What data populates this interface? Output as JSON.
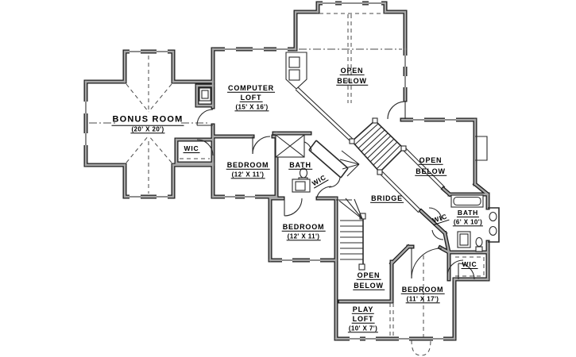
{
  "labels": {
    "bonus": {
      "name": "BONUS ROOM",
      "dims": "(20' X 20')"
    },
    "computer_loft": {
      "l1": "COMPUTER",
      "l2": "LOFT",
      "dims": "(15' X 16')"
    },
    "open_below_top": {
      "l1": "OPEN",
      "l2": "BELOW"
    },
    "open_below_right": {
      "l1": "OPEN",
      "l2": "BELOW"
    },
    "open_below_bottom": {
      "l1": "OPEN",
      "l2": "BELOW"
    },
    "bridge": {
      "name": "BRIDGE"
    },
    "bedroom1": {
      "name": "BEDROOM",
      "dims": "(12' X 11')"
    },
    "bedroom2": {
      "name": "BEDROOM",
      "dims": "(12' X 11')"
    },
    "bedroom3": {
      "name": "BEDROOM",
      "dims": "(11' X 17')"
    },
    "bath_mid": {
      "name": "BATH"
    },
    "bath_right": {
      "name": "BATH",
      "dims": "(6' X 10')"
    },
    "play_loft": {
      "l1": "PLAY",
      "l2": "LOFT",
      "dims": "(10' X 7')"
    },
    "wic_bonus": {
      "name": "WIC"
    },
    "wic_diag": {
      "name": "WIC"
    },
    "wic_mid": {
      "name": "WIC"
    },
    "wic_bottom_right": {
      "name": "WIC"
    }
  },
  "drawing": {
    "line_color": "#1c1c1c",
    "wall_fill": "#a8a8a8",
    "background": "#ffffff"
  }
}
